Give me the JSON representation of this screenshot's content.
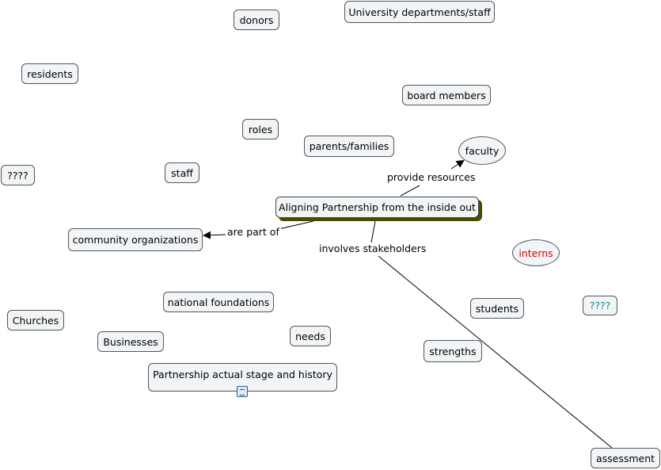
{
  "map": {
    "main_concept": "Aligning Partnership from the inside out",
    "concepts": {
      "donors": "donors",
      "university": "University departments/staff",
      "residents": "residents",
      "board": "board members",
      "roles": "roles",
      "parents": "parents/families",
      "faculty": "faculty",
      "unknown1": "????",
      "staff": "staff",
      "community": "community organizations",
      "interns": "interns",
      "national": "national foundations",
      "students": "students",
      "unknown2": "????",
      "churches": "Churches",
      "needs": "needs",
      "businesses": "Businesses",
      "strengths": "strengths",
      "history": "Partnership actual stage and history",
      "assessment": "assessment"
    },
    "links": {
      "provide_resources": "provide resources",
      "are_part_of": "are part of",
      "involves_stakeholders": "involves stakeholders"
    },
    "colors": {
      "node_fill": "#f1f5f7",
      "interns_text": "#e00000",
      "unknown2_text": "#1a8a8a",
      "main_shadow": "#4a4a00"
    },
    "icons": {
      "history_attachment": "document-icon"
    }
  }
}
